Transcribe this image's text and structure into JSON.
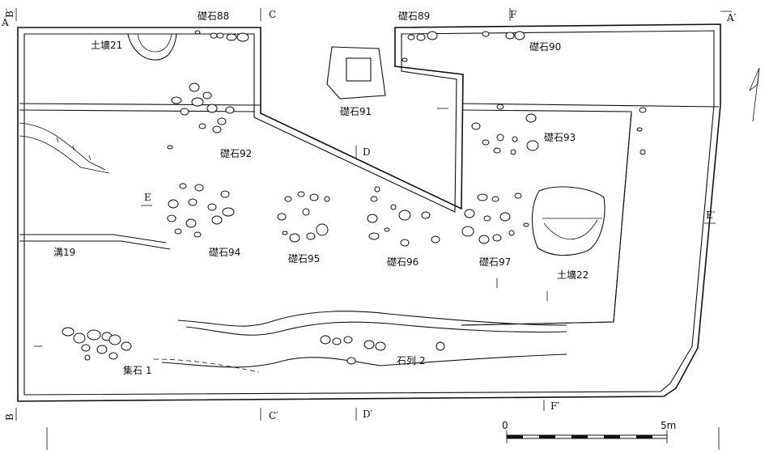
{
  "feature_labels": {
    "soseki88": "礎石88",
    "soseki89": "礎石89",
    "soseki90": "礎石90",
    "soseki91": "礎石91",
    "soseki92": "礎石92",
    "soseki93": "礎石93",
    "soseki94": "礎石94",
    "soseki95": "礎石95",
    "soseki96": "礎石96",
    "soseki97": "礎石97",
    "dokou21": "土壙21",
    "dokou22": "土壙22",
    "mizo19": "溝19",
    "shuseki1": "集石 1",
    "sekiretsu2": "石列 2"
  },
  "section_marks": {
    "a": "A",
    "a_prime": "A′",
    "b_top": "B′",
    "b_bottom": "B",
    "c_top": "C",
    "c_bottom": "C′",
    "d_mid": "D",
    "d_bottom": "D′",
    "e": "E",
    "e_prime": "E′",
    "f_top": "F",
    "f_bottom": "F′"
  },
  "scale_bar": {
    "start_label": "0",
    "end_label": "5m"
  }
}
